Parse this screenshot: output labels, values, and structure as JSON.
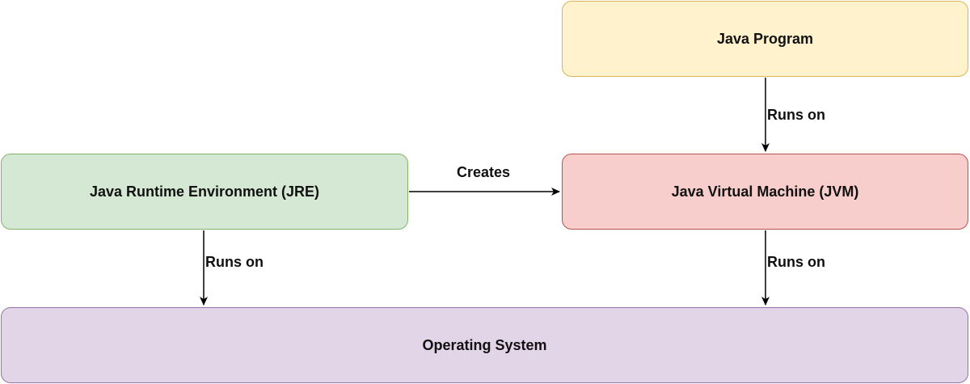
{
  "nodes": {
    "java_program": {
      "label": "Java Program",
      "fill": "#fff2cc",
      "stroke": "#d6b656"
    },
    "jre": {
      "label": "Java Runtime Environment (JRE)",
      "fill": "#d5e8d4",
      "stroke": "#82b366"
    },
    "jvm": {
      "label": "Java Virtual Machine (JVM)",
      "fill": "#f8cecc",
      "stroke": "#b85450"
    },
    "os": {
      "label": "Operating System",
      "fill": "#e1d5e7",
      "stroke": "#9673a6"
    }
  },
  "edges": {
    "program_to_jvm": {
      "label": "Runs on"
    },
    "jre_to_jvm": {
      "label": "Creates"
    },
    "jre_to_os": {
      "label": "Runs on"
    },
    "jvm_to_os": {
      "label": "Runs on"
    }
  },
  "colors": {
    "edge": "#000000"
  }
}
